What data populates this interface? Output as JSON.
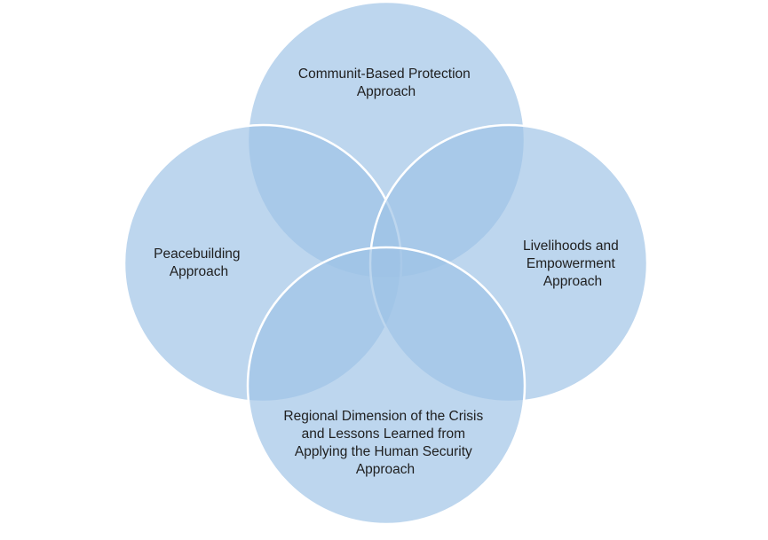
{
  "diagram": {
    "fill_color": "#9dc3e6",
    "outline_color": "#ffffff",
    "text_color": "#1f1f1f",
    "approaches": [
      {
        "id": "top",
        "lines": [
          "Communit-Based Protection",
          "Approach"
        ]
      },
      {
        "id": "left",
        "lines": [
          "Peacebuilding",
          "Approach"
        ]
      },
      {
        "id": "right",
        "lines": [
          "Livelihoods and",
          "Empowerment",
          "Approach"
        ]
      },
      {
        "id": "bottom",
        "lines": [
          "Regional Dimension of the Crisis",
          "and Lessons Learned from",
          "Applying the Human Security",
          "Approach"
        ]
      }
    ]
  }
}
